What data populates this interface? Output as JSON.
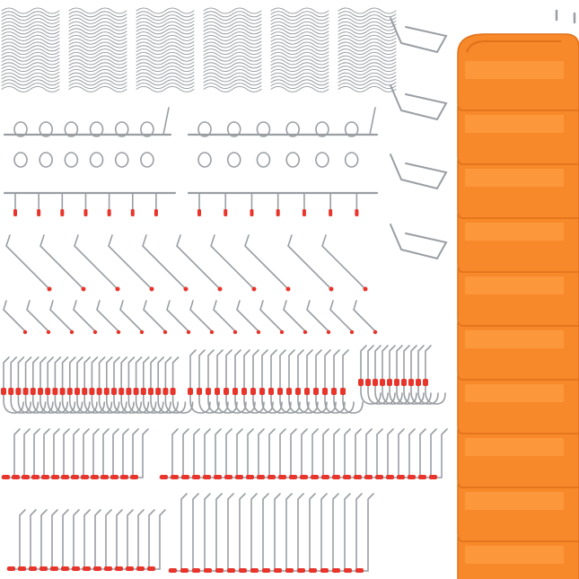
{
  "product": {
    "colors": {
      "background": "#ffffff",
      "metal": "#9a9ea3",
      "metal_highlight": "#d8dadd",
      "tip": "#e8342a",
      "bin": "#f7892a",
      "bin_shadow": "#e0701a",
      "bin_highlight": "#ffa04a"
    },
    "icons": [
      "spring-clip",
      "ring-hook-rail",
      "single-hook-rail",
      "long-pegboard-hook",
      "short-pegboard-hook",
      "j-hook",
      "l-hook",
      "angle-bracket",
      "storage-bin"
    ]
  }
}
